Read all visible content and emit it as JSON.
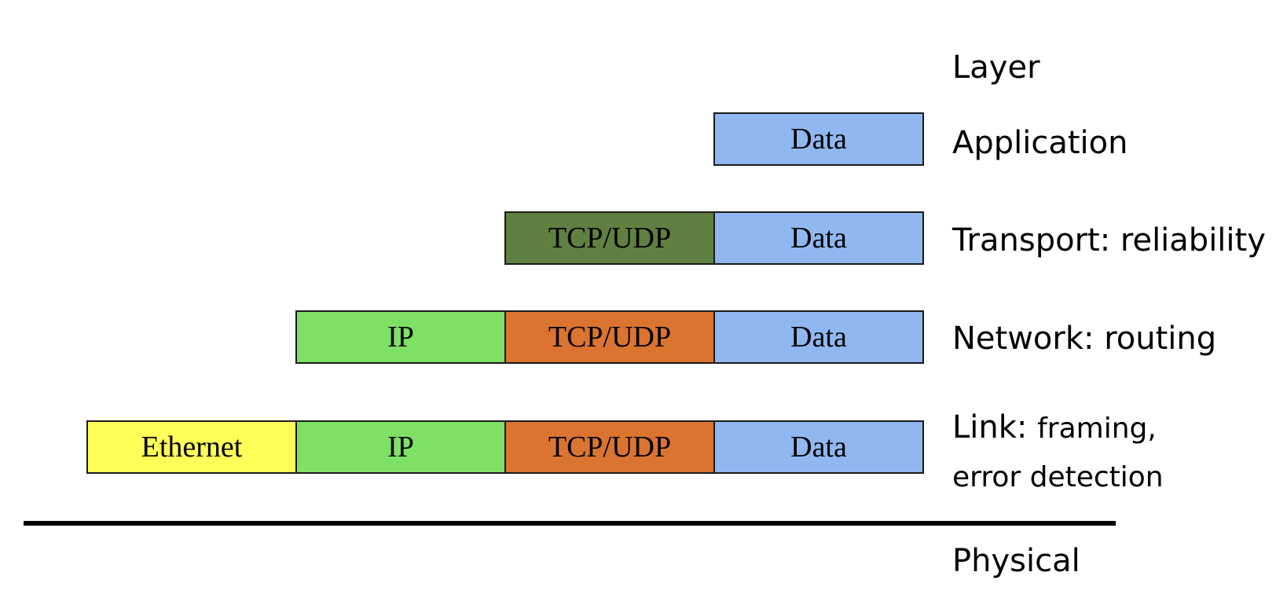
{
  "colors": {
    "ethernet": "#FFFF59",
    "ip": "#7FE066",
    "tcpudp_transport": "#5F8040",
    "tcpudp": "#DB7431",
    "data": "#90B7F0"
  },
  "layer_header": "Layer",
  "boxes": {
    "ethernet": "Ethernet",
    "ip": "IP",
    "tcpudp": "TCP/UDP",
    "data": "Data"
  },
  "layers": {
    "application": "Application",
    "transport": "Transport: reliability",
    "network": "Network: routing",
    "link_name": "Link:",
    "link_desc_1": "framing,",
    "link_desc_2": "error detection",
    "physical": "Physical"
  }
}
